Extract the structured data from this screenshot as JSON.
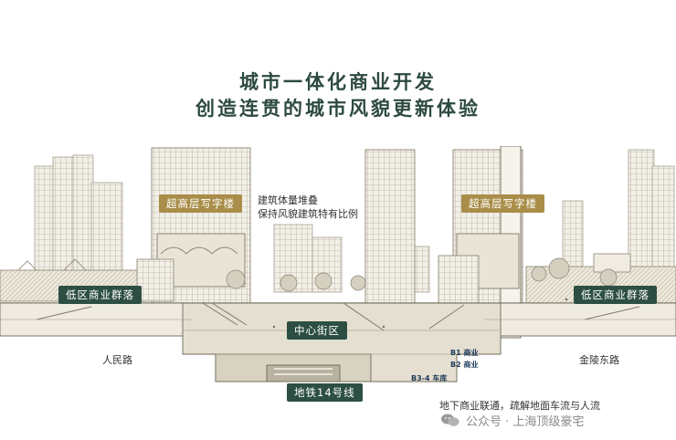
{
  "title": {
    "line1": "城市一体化商业开发",
    "line2": "创造连贯的城市风貌更新体验"
  },
  "labels": {
    "tower_left": "超高层写字楼",
    "tower_right": "超高层写字楼",
    "note_line1": "建筑体量堆叠",
    "note_line2": "保持风貌建筑特有比例",
    "lowrise_left": "低区商业群落",
    "lowrise_right": "低区商业群落",
    "center_street": "中心街区",
    "road_left": "人民路",
    "road_right": "金陵东路",
    "b1": "B1 商业",
    "b2": "B2 商业",
    "b34": "B3-4 车库",
    "metro": "地铁14号线",
    "caption": "地下商业联通，疏解地面车流与人流"
  },
  "watermark": {
    "text": "公众号 · 上海顶级豪宅",
    "icon": "wechat-icon"
  },
  "colors": {
    "title": "#2d4a3e",
    "gold_tag": "#a98d48",
    "green_tag": "#2d4f43",
    "sketch_line": "#8a8474",
    "wash": "#e9e4d6"
  }
}
